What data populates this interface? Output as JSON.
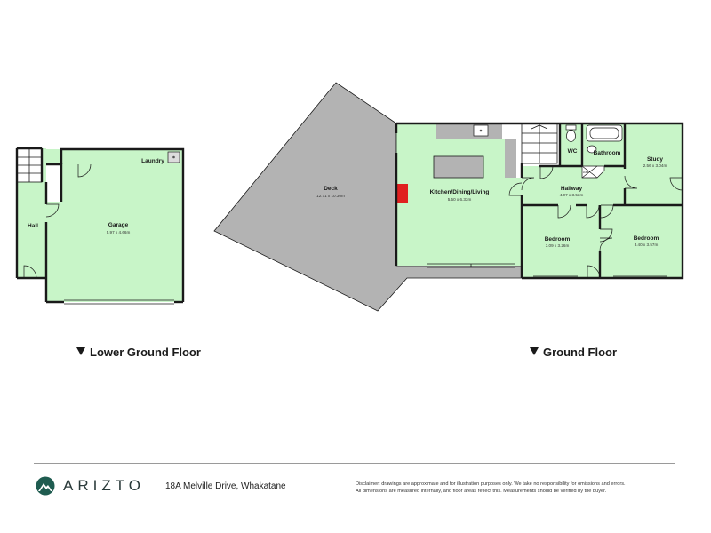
{
  "rooms": {
    "hall": {
      "label": "Hall"
    },
    "laundry": {
      "label": "Laundry"
    },
    "garage": {
      "label": "Garage",
      "dims": "5.97 x 4.66m"
    },
    "deck": {
      "label": "Deck",
      "dims": "12.71 x 10.30m"
    },
    "kitchen": {
      "label": "Kitchen/Dining/Living",
      "dims": "5.50 x 6.33m"
    },
    "wc": {
      "label": "WC"
    },
    "bathroom": {
      "label": "Bathroom"
    },
    "study": {
      "label": "Study",
      "dims": "2.56 x 3.04m"
    },
    "hallway": {
      "label": "Hallway",
      "dims": "4.07 x 3.53m"
    },
    "bedroom1": {
      "label": "Bedroom",
      "dims": "3.09 x 3.26m"
    },
    "bedroom2": {
      "label": "Bedroom",
      "dims": "3.40 x 3.57m"
    },
    "shower": {
      "label": "SH"
    }
  },
  "floors": {
    "lower": "Lower Ground Floor",
    "ground": "Ground Floor"
  },
  "footer": {
    "brand": "ARIZTO",
    "address": "18A Melville Drive, Whakatane",
    "disclaimer_line1": "Disclaimer: drawings are approximate and for illustration purposes only. We take no responsibility for omissions and errors.",
    "disclaimer_line2": "All dimensions are measured internally, and floor areas reflect this. Measurements should be verified by the buyer."
  },
  "colors": {
    "room_fill": "#c8f5c8",
    "deck_fill": "#b3b3b3",
    "wall": "#1a1a1a",
    "fireplace": "#e02020",
    "brand_mark": "#1f5c50"
  }
}
